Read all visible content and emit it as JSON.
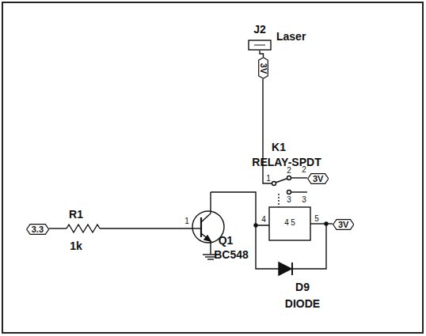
{
  "diagram": {
    "nodes": [
      {
        "text": [
          "J2",
          "Laser"
        ]
      },
      {
        "text": [
          "3V"
        ]
      },
      {
        "text": [
          "3V"
        ]
      },
      {
        "text": [
          "3V"
        ]
      },
      {
        "text": [
          "3.3"
        ]
      }
    ],
    "edges": [
      {
        "from": 0,
        "to": 1,
        "arrow": "none"
      }
    ],
    "labels": [
      "R1",
      "1k",
      "1",
      "Q1",
      "BC548",
      "K1",
      "RELAY-SPDT",
      "1",
      "2",
      "2",
      "3",
      "3",
      "4",
      "4",
      "5",
      "5",
      "D9",
      "DIODE"
    ]
  }
}
